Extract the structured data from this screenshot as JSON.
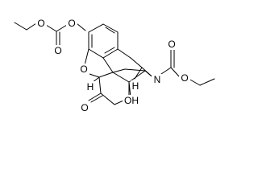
{
  "molecule": {
    "atom_labels": {
      "o_carbonate_ether": "O",
      "o_carbonate_carbonyl": "O",
      "o_aryl": "O",
      "o_furan": "O",
      "o_ketone": "O",
      "oh": "OH",
      "n": "N",
      "o_carbamate_carbonyl": "O",
      "o_carbamate_ether": "O",
      "h_c5": "H",
      "h_c9": "H"
    }
  }
}
